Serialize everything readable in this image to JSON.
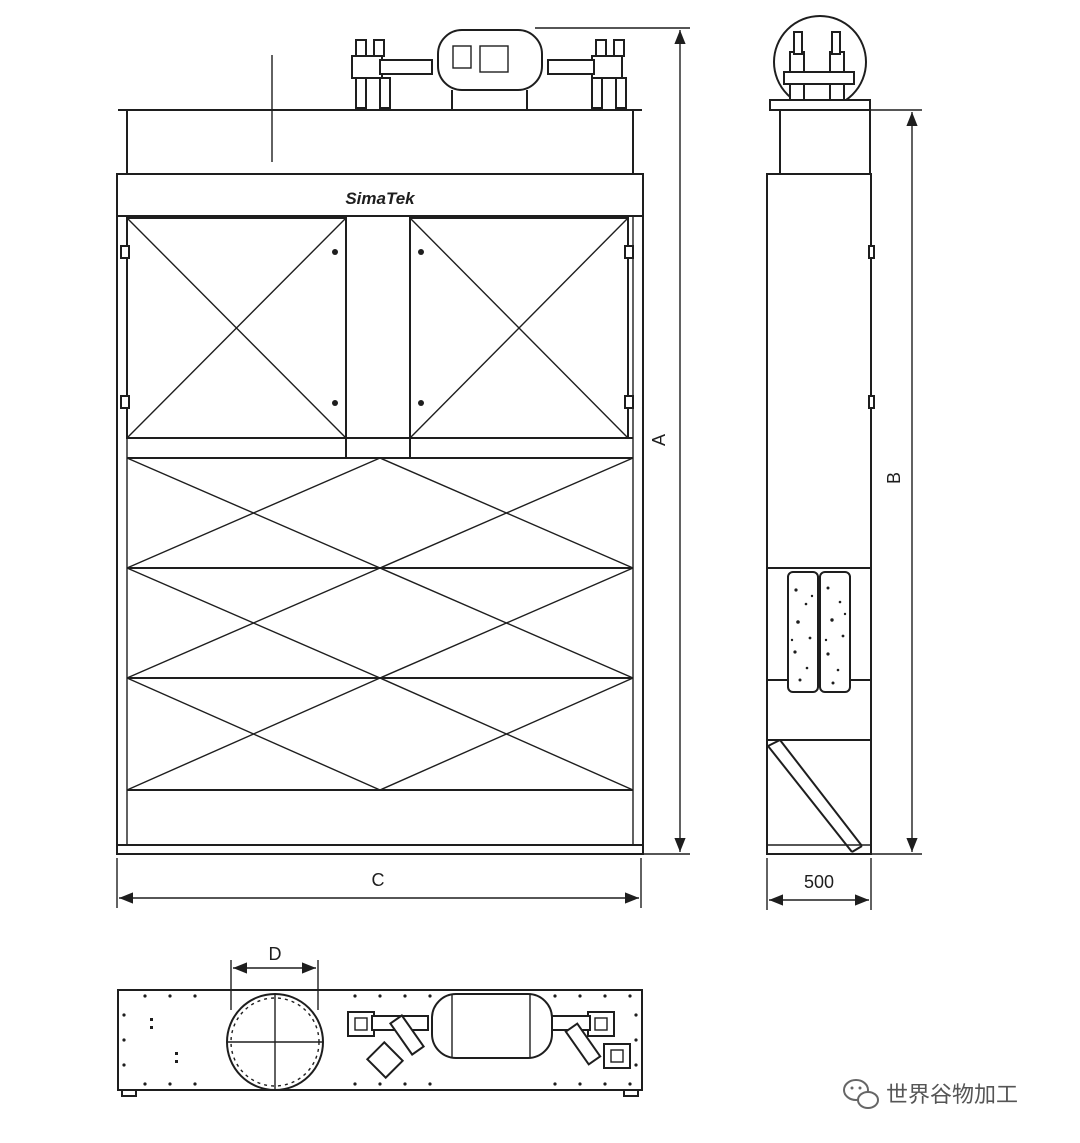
{
  "brand": "SimaTek",
  "dimensions": {
    "height_overall": "A",
    "height_body": "B",
    "width": "C",
    "inlet_diameter": "D",
    "depth": "500"
  },
  "watermark": {
    "icon": "wechat-icon",
    "text": "世界谷物加工"
  }
}
